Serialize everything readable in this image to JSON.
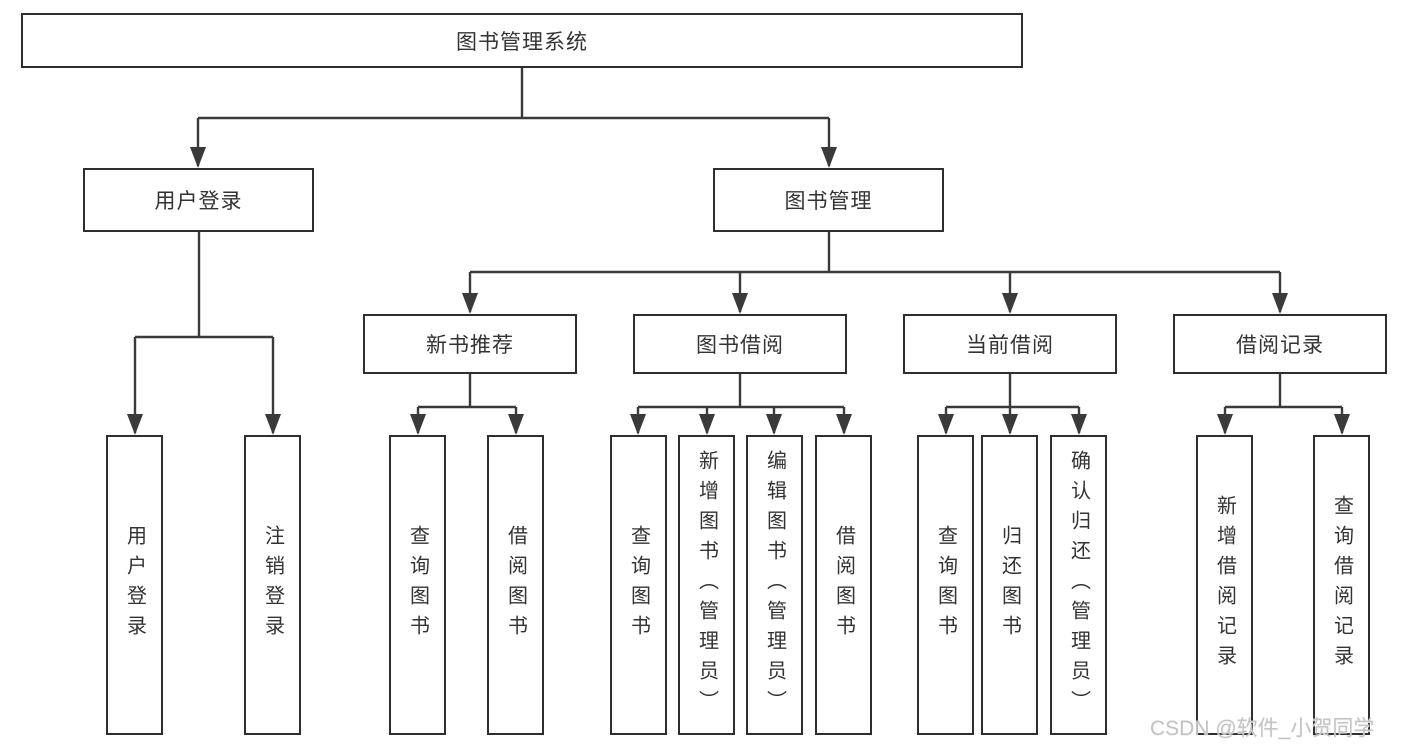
{
  "diagram": {
    "root": "图书管理系统",
    "branches": {
      "user_login": "用户登录",
      "book_management": "图书管理"
    },
    "modules": [
      "新书推荐",
      "图书借阅",
      "当前借阅",
      "借阅记录"
    ],
    "leaves": {
      "user_login": [
        "用户登录",
        "注销登录"
      ],
      "new_book_recommend": [
        "查询图书",
        "借阅图书"
      ],
      "book_borrow": [
        "查询图书",
        "新增图书（管理员）",
        "编辑图书（管理员）",
        "借阅图书"
      ],
      "current_borrow": [
        "查询图书",
        "归还图书",
        "确认归还（管理员）"
      ],
      "borrow_records": [
        "新增借阅记录",
        "查询借阅记录"
      ]
    }
  },
  "watermark": "CSDN @软件_小贺同学",
  "colors": {
    "line": "#3a3a3a",
    "box_border": "#2e2e2e",
    "text": "#333333",
    "watermark": "#c3c3c3",
    "bg": "#ffffff"
  }
}
